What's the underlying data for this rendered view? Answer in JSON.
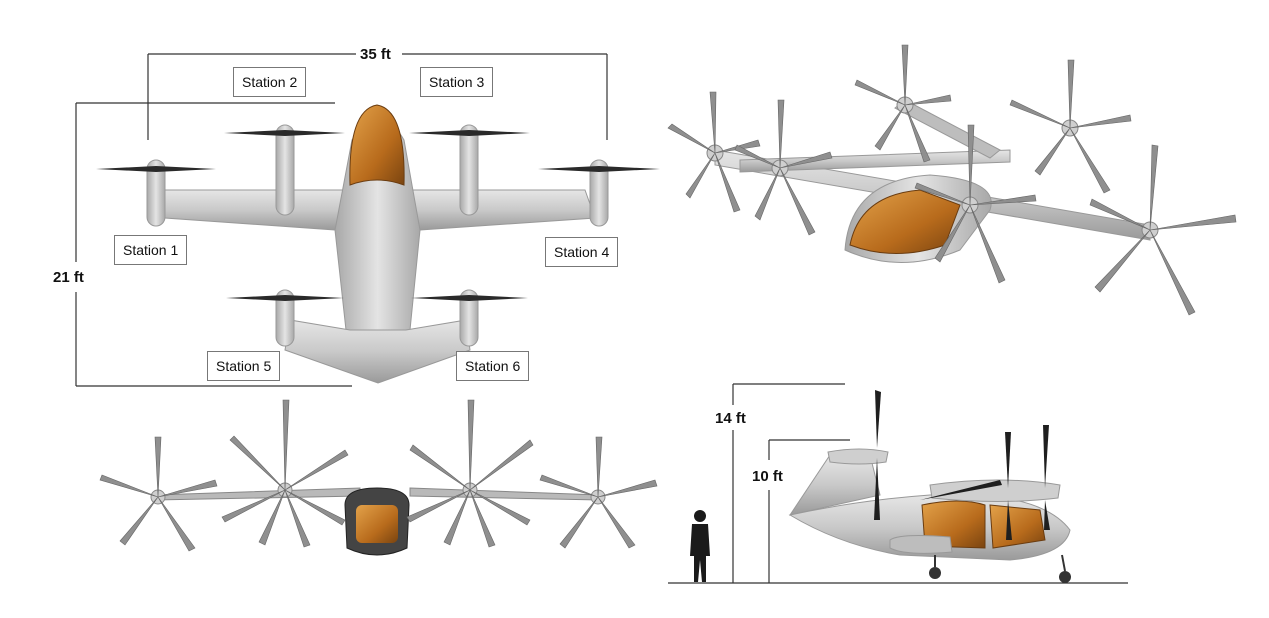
{
  "dimensions": {
    "span": "35 ft",
    "length": "21 ft",
    "height_total": "14 ft",
    "height_tail": "10 ft"
  },
  "stations": [
    "Station 1",
    "Station 2",
    "Station 3",
    "Station 4",
    "Station 5",
    "Station 6"
  ],
  "colors": {
    "body_gray": "#c9c9c9",
    "canopy_orange": "#c87a22",
    "blade_dark": "#2a2a2a",
    "line": "#333333"
  }
}
